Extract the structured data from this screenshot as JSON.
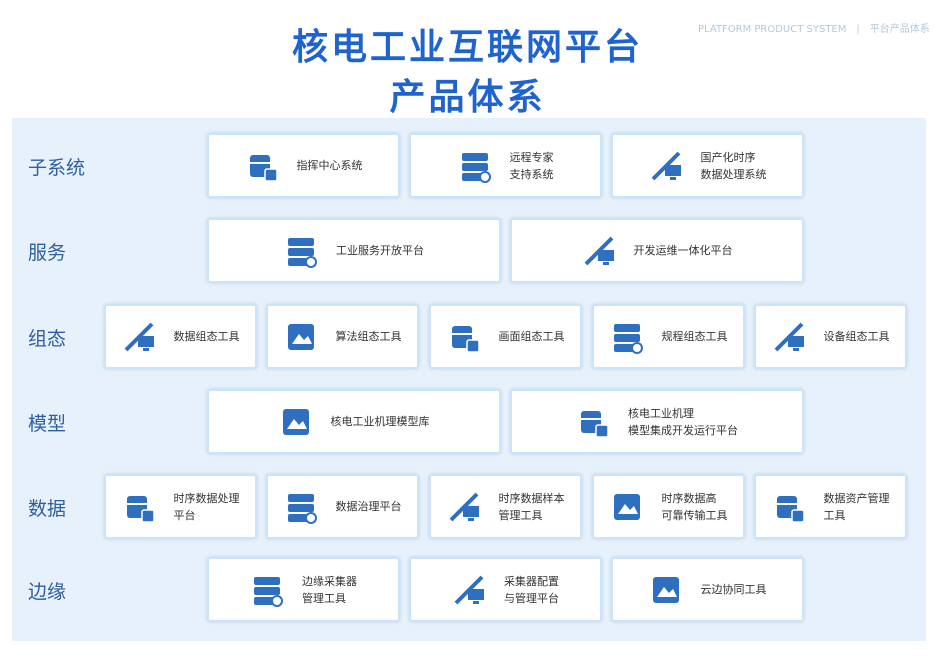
{
  "header": {
    "title_line1": "核电工业互联网平台",
    "title_line2": "产品体系",
    "subtitle_en": "PLATFORM PRODUCT SYSTEM",
    "subtitle_sep": "|",
    "subtitle_cn": "平台产品体系"
  },
  "colors": {
    "accent": "#1f63cf",
    "icon": "#2f6fc0",
    "panel": "#e6f1fb"
  },
  "rows": [
    {
      "label": "子系统",
      "items": [
        {
          "label": "指挥中心系统",
          "icon": "database-org-icon"
        },
        {
          "label": "远程专家\n支持系统",
          "icon": "database-transfer-icon"
        },
        {
          "label": "国产化时序\n数据处理系统",
          "icon": "database-folder-icon"
        }
      ]
    },
    {
      "label": "服务",
      "items": [
        {
          "label": "工业服务开放平台",
          "icon": "server-eye-icon"
        },
        {
          "label": "开发运维一体化平台",
          "icon": "tools-monitor-icon"
        }
      ]
    },
    {
      "label": "组态",
      "items": [
        {
          "label": "数据组态工具",
          "icon": "database-share-icon"
        },
        {
          "label": "算法组态工具",
          "icon": "algorithm-icon"
        },
        {
          "label": "画面组态工具",
          "icon": "image-share-icon"
        },
        {
          "label": "规程组态工具",
          "icon": "code-chart-icon"
        },
        {
          "label": "设备组态工具",
          "icon": "monitor-share-icon"
        }
      ]
    },
    {
      "label": "模型",
      "items": [
        {
          "label": "核电工业机理模型库",
          "icon": "model-library-icon"
        },
        {
          "label": "核电工业机理\n模型集成开发运行平台",
          "icon": "model-document-icon"
        }
      ]
    },
    {
      "label": "数据",
      "items": [
        {
          "label": "时序数据处理\n平台",
          "icon": "database-lock-icon"
        },
        {
          "label": "数据治理平台",
          "icon": "chart-settings-icon"
        },
        {
          "label": "时序数据样本\n管理工具",
          "icon": "database-tool-icon"
        },
        {
          "label": "时序数据高\n可靠传输工具",
          "icon": "clock-transfer-icon"
        },
        {
          "label": "数据资产管理\n工具",
          "icon": "chart-database-icon"
        }
      ]
    },
    {
      "label": "边缘",
      "items": [
        {
          "label": "边缘采集器\n管理工具",
          "icon": "edge-collector-icon"
        },
        {
          "label": "采集器配置\n与管理平台",
          "icon": "cube-document-icon"
        },
        {
          "label": "云边协同工具",
          "icon": "gears-cloud-icon"
        }
      ]
    }
  ]
}
